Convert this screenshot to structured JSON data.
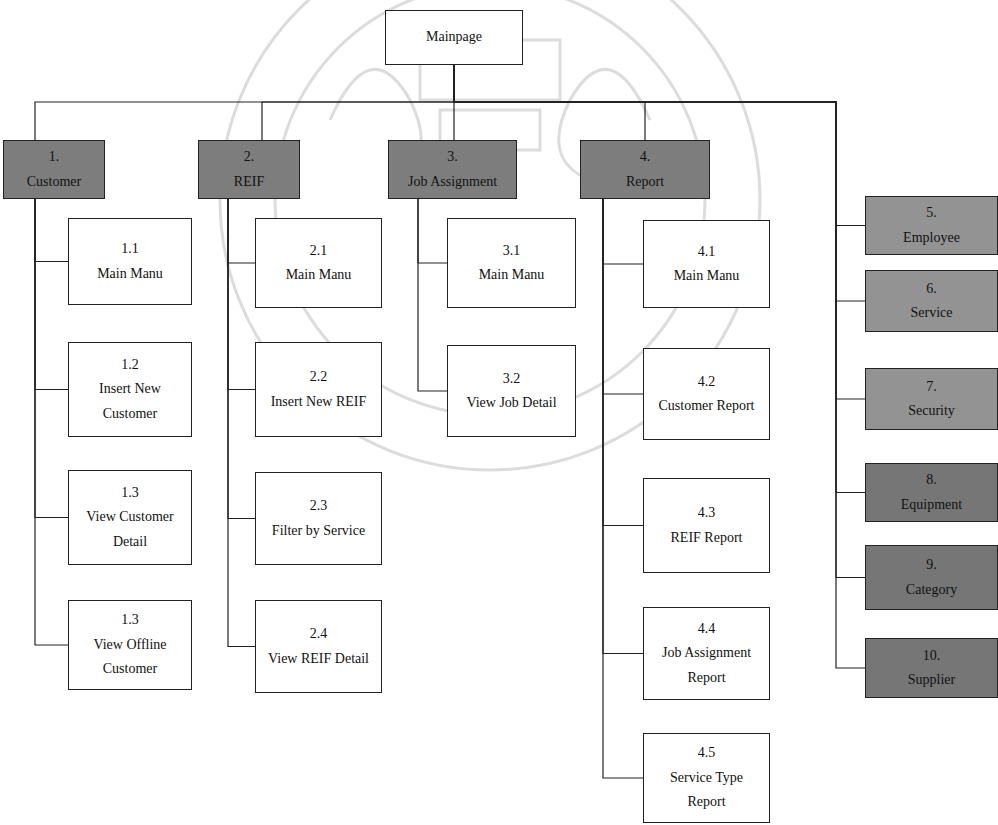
{
  "diagram": {
    "nodes": [
      {
        "text": [
          "Mainpage"
        ]
      },
      {
        "text": [
          "1.",
          "Customer"
        ]
      },
      {
        "text": [
          "2.",
          "REIF"
        ]
      },
      {
        "text": [
          "3.",
          "Job Assignment"
        ]
      },
      {
        "text": [
          "4.",
          "Report"
        ]
      },
      {
        "text": [
          "1.1",
          "Main Manu"
        ]
      },
      {
        "text": [
          "1.2",
          "Insert New Customer"
        ]
      },
      {
        "text": [
          "1.3",
          "View Customer Detail"
        ]
      },
      {
        "text": [
          "1.3",
          "View Offline Customer"
        ]
      },
      {
        "text": [
          "2.1",
          "Main Manu"
        ]
      },
      {
        "text": [
          "2.2",
          "Insert New REIF"
        ]
      },
      {
        "text": [
          "2.3",
          "Filter by Service"
        ]
      },
      {
        "text": [
          "2.4",
          "View REIF Detail"
        ]
      },
      {
        "text": [
          "3.1",
          "Main Manu"
        ]
      },
      {
        "text": [
          "3.2",
          "View Job Detail"
        ]
      },
      {
        "text": [
          "4.1",
          "Main Manu"
        ]
      },
      {
        "text": [
          "4.2",
          "Customer Report"
        ]
      },
      {
        "text": [
          "4.3",
          "REIF Report"
        ]
      },
      {
        "text": [
          "4.4",
          "Job Assignment Report"
        ]
      },
      {
        "text": [
          "4.5",
          "Service Type Report"
        ]
      },
      {
        "text": [
          "5.",
          "Employee"
        ]
      },
      {
        "text": [
          "6.",
          "Service"
        ]
      },
      {
        "text": [
          "7.",
          "Security"
        ]
      },
      {
        "text": [
          "8.",
          "Equipment"
        ]
      },
      {
        "text": [
          "9.",
          "Category"
        ]
      },
      {
        "text": [
          "10.",
          "Supplier"
        ]
      }
    ],
    "edges": [
      {
        "from": 0,
        "to": 1,
        "arrow": "none"
      },
      {
        "from": 0,
        "to": 2,
        "arrow": "none"
      },
      {
        "from": 0,
        "to": 3,
        "arrow": "none"
      },
      {
        "from": 0,
        "to": 4,
        "arrow": "none"
      },
      {
        "from": 1,
        "to": 5,
        "arrow": "none"
      },
      {
        "from": 1,
        "to": 6,
        "arrow": "none"
      },
      {
        "from": 1,
        "to": 7,
        "arrow": "none"
      },
      {
        "from": 1,
        "to": 8,
        "arrow": "none"
      },
      {
        "from": 2,
        "to": 9,
        "arrow": "none"
      },
      {
        "from": 2,
        "to": 10,
        "arrow": "none"
      },
      {
        "from": 2,
        "to": 11,
        "arrow": "none"
      },
      {
        "from": 2,
        "to": 12,
        "arrow": "none"
      },
      {
        "from": 3,
        "to": 13,
        "arrow": "none"
      },
      {
        "from": 3,
        "to": 14,
        "arrow": "none"
      },
      {
        "from": 4,
        "to": 15,
        "arrow": "none"
      },
      {
        "from": 4,
        "to": 16,
        "arrow": "none"
      },
      {
        "from": 4,
        "to": 17,
        "arrow": "none"
      },
      {
        "from": 4,
        "to": 18,
        "arrow": "none"
      },
      {
        "from": 4,
        "to": 19,
        "arrow": "none"
      },
      {
        "from": 0,
        "to": 20,
        "arrow": "none"
      },
      {
        "from": 0,
        "to": 21,
        "arrow": "none"
      },
      {
        "from": 0,
        "to": 22,
        "arrow": "none"
      },
      {
        "from": 0,
        "to": 23,
        "arrow": "none"
      },
      {
        "from": 0,
        "to": 24,
        "arrow": "none"
      },
      {
        "from": 0,
        "to": 25,
        "arrow": "none"
      }
    ]
  }
}
